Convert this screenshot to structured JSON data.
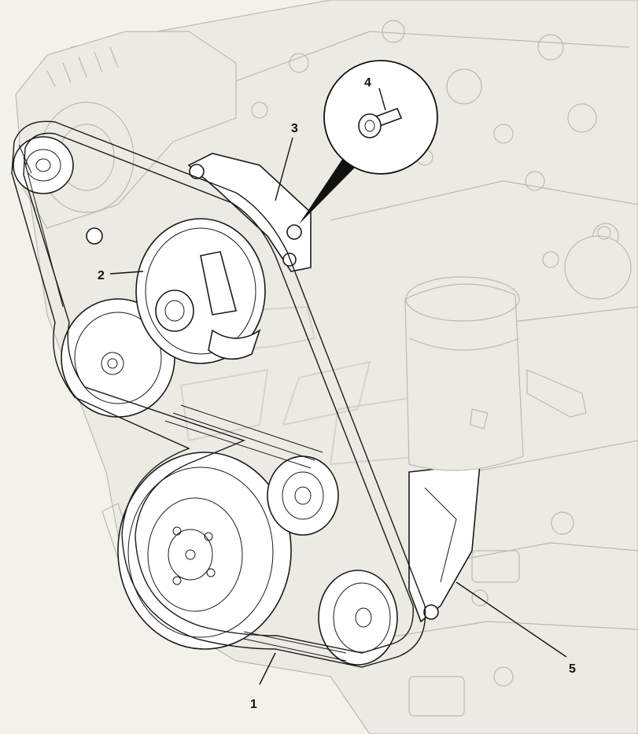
{
  "diagram": {
    "callouts": [
      {
        "id": "1",
        "label": "1"
      },
      {
        "id": "2",
        "label": "2"
      },
      {
        "id": "3",
        "label": "3"
      },
      {
        "id": "4",
        "label": "4"
      },
      {
        "id": "5",
        "label": "5"
      }
    ]
  },
  "colors": {
    "background": "#f3f2ea",
    "line": "#1a1a1a",
    "ghost_line": "#b9b9b4",
    "watermark": "#c9c9c3"
  }
}
